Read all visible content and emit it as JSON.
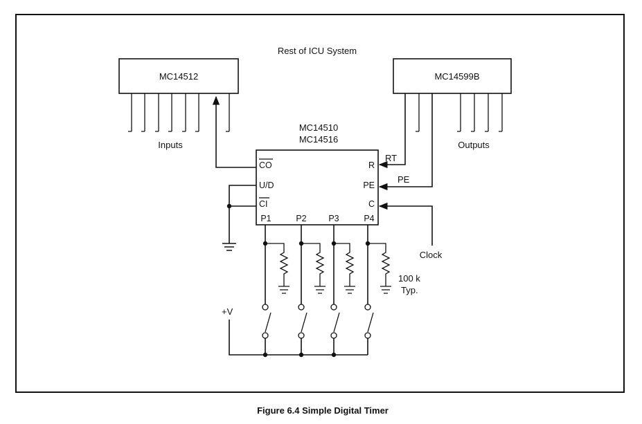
{
  "figure": {
    "caption": "Figure 6.4 Simple Digital Timer",
    "system_label": "Rest of ICU System"
  },
  "chips": {
    "input_chip": "MC14512",
    "output_chip": "MC14599B",
    "counter_line1": "MC14510",
    "counter_line2": "MC14516"
  },
  "groups": {
    "inputs": "Inputs",
    "outputs": "Outputs"
  },
  "pins": {
    "co": "CO",
    "ud": "U/D",
    "ci": "CI",
    "r": "R",
    "pe": "PE",
    "c": "C",
    "p1": "P1",
    "p2": "P2",
    "p3": "P3",
    "p4": "P4"
  },
  "signals": {
    "rt": "RT",
    "pe": "PE",
    "clock": "Clock",
    "vplus": "+V",
    "resistor_value": "100 k",
    "resistor_note": "Typ."
  }
}
